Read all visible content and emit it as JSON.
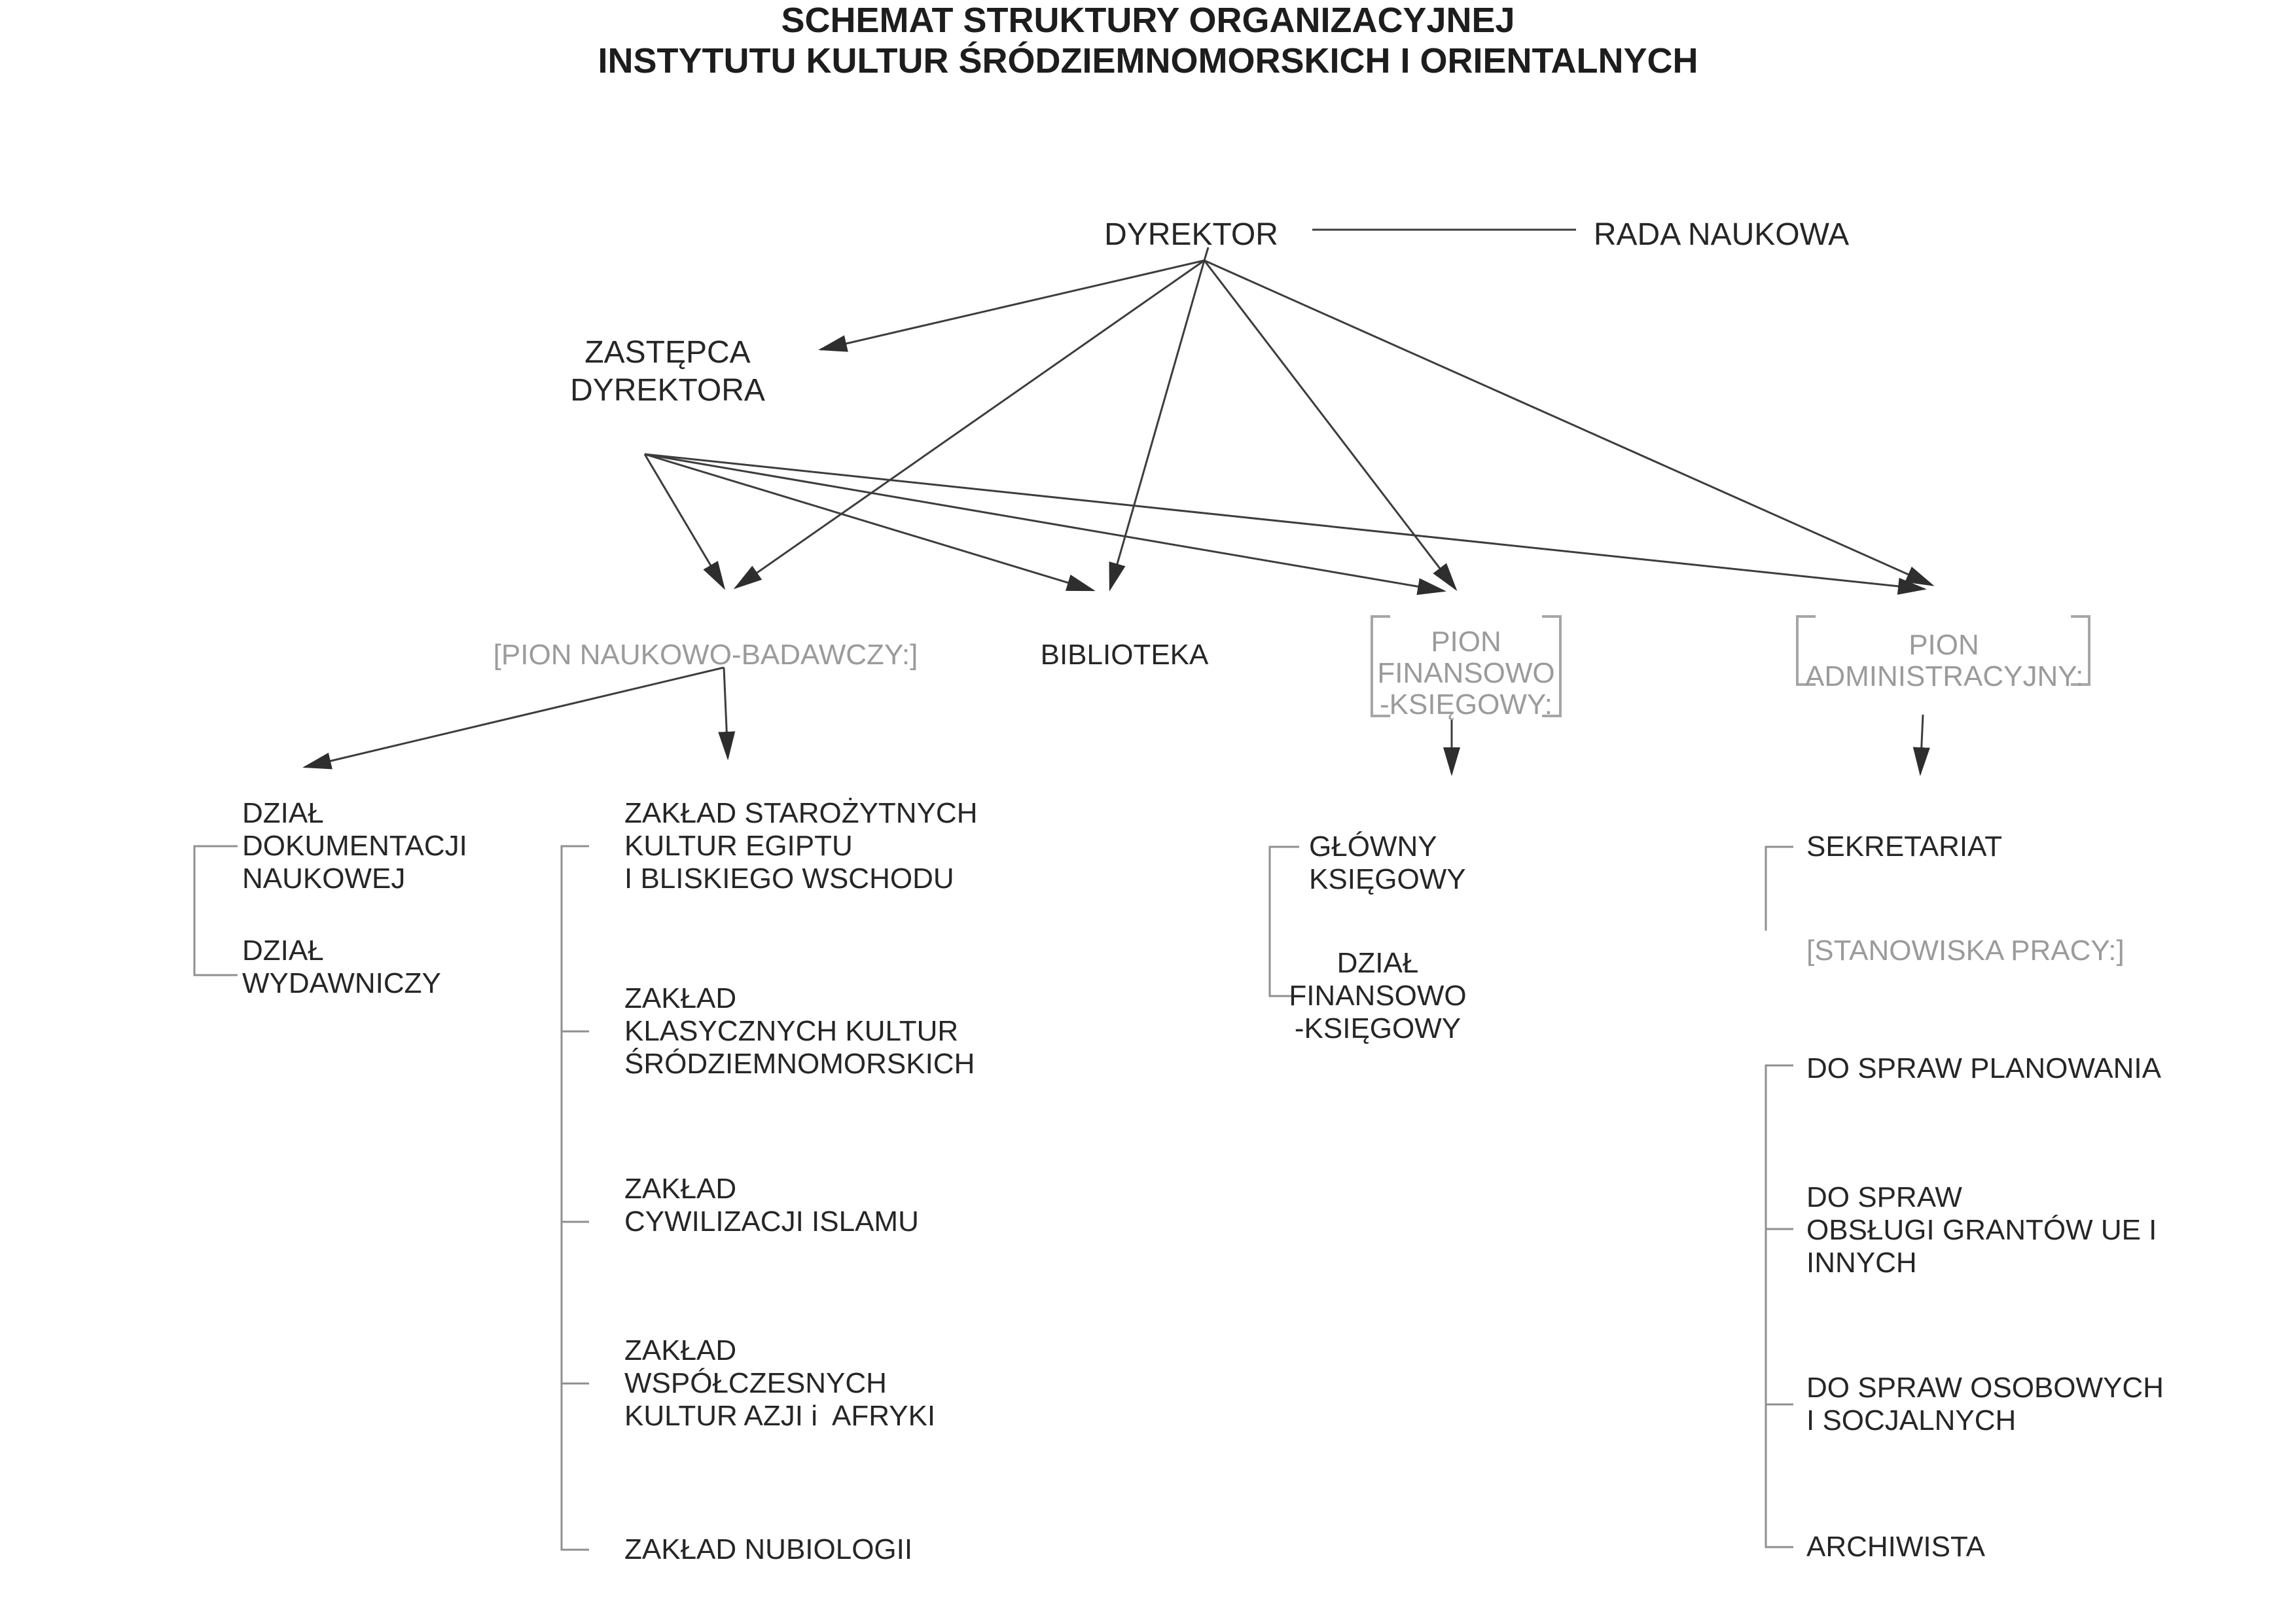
{
  "title": "SCHEMAT STRUKTURY ORGANIZACYJNEJ\nINSTYTUTU KULTUR ŚRÓDZIEMNOMORSKICH I ORIENTALNYCH",
  "nodes": {
    "dyrektor": "DYREKTOR",
    "rada_naukowa": "RADA NAUKOWA",
    "zastepca": "ZASTĘPCA\nDYREKTORA",
    "pion_naukowo_badawczy": "[PION NAUKOWO-BADAWCZY:]",
    "biblioteka": "BIBLIOTEKA",
    "pion_finansowo_ksiegowy": "PION\nFINANSOWO\n-KSIĘGOWY:",
    "pion_administracyjny": "PION\nADMINISTRACYJNY:",
    "dzial_dokumentacji": "DZIAŁ\nDOKUMENTACJI\nNAUKOWEJ",
    "dzial_wydawniczy": "DZIAŁ\nWYDAWNICZY",
    "zaklad_starozytnych": "ZAKŁAD STAROŻYTNYCH\nKULTUR EGIPTU\nI BLISKIEGO WSCHODU",
    "zaklad_klasycznych": "ZAKŁAD\nKLASYCZNYCH KULTUR\nŚRÓDZIEMNOMORSKICH",
    "zaklad_cywilizacji_islamu": "ZAKŁAD\nCYWILIZACJI ISLAMU",
    "zaklad_wspolczesnych": "ZAKŁAD\nWSPÓŁCZESNYCH\nKULTUR AZJI i  AFRYKI",
    "zaklad_nubiologii": "ZAKŁAD NUBIOLOGII",
    "glowny_ksiegowy": "GŁÓWNY KSIĘGOWY",
    "dzial_finansowo_ksiegowy": "DZIAŁ\nFINANSOWO\n-KSIĘGOWY",
    "sekretariat": "SEKRETARIAT",
    "stanowiska_pracy": "[STANOWISKA PRACY:]",
    "do_spraw_planowania": "DO SPRAW PLANOWANIA",
    "do_spraw_grantow": "DO SPRAW\nOBSŁUGI GRANTÓW UE I\nINNYCH",
    "do_spraw_osobowych": "DO SPRAW OSOBOWYCH\nI SOCJALNYCH",
    "archiwista": "ARCHIWISTA"
  },
  "colors": {
    "text_black": "#262626",
    "text_gray": "#9b9b9b",
    "line": "#3d3d3d",
    "bracket_gray": "#8f8f8f"
  }
}
